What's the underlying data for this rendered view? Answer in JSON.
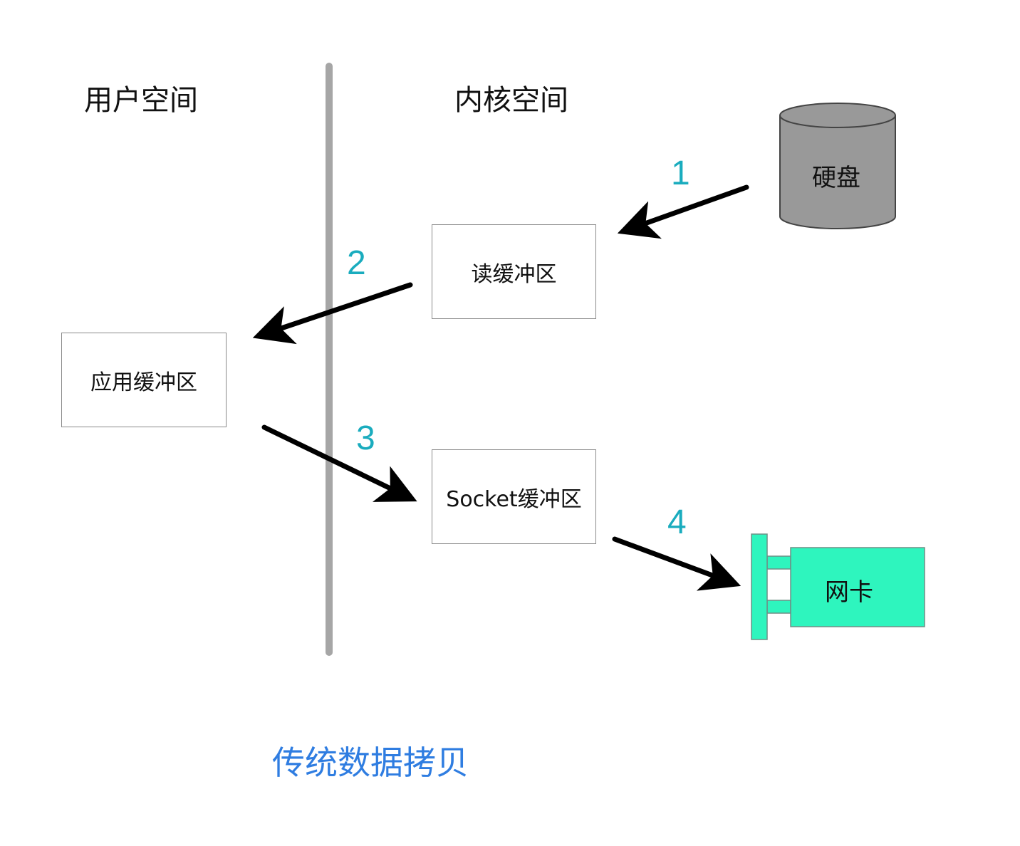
{
  "sections": {
    "user_space": "用户空间",
    "kernel_space": "内核空间"
  },
  "nodes": {
    "disk": "硬盘",
    "read_buffer": "读缓冲区",
    "app_buffer": "应用缓冲区",
    "socket_buffer": "Socket缓冲区",
    "nic": "网卡"
  },
  "steps": [
    "1",
    "2",
    "3",
    "4"
  ],
  "caption": "传统数据拷贝",
  "colors": {
    "step_number": "#1aacbe",
    "caption": "#2f7de1",
    "divider": "#a6a6a6",
    "disk_fill": "#999999",
    "nic_fill": "#2ef5be",
    "arrow": "#000000"
  }
}
